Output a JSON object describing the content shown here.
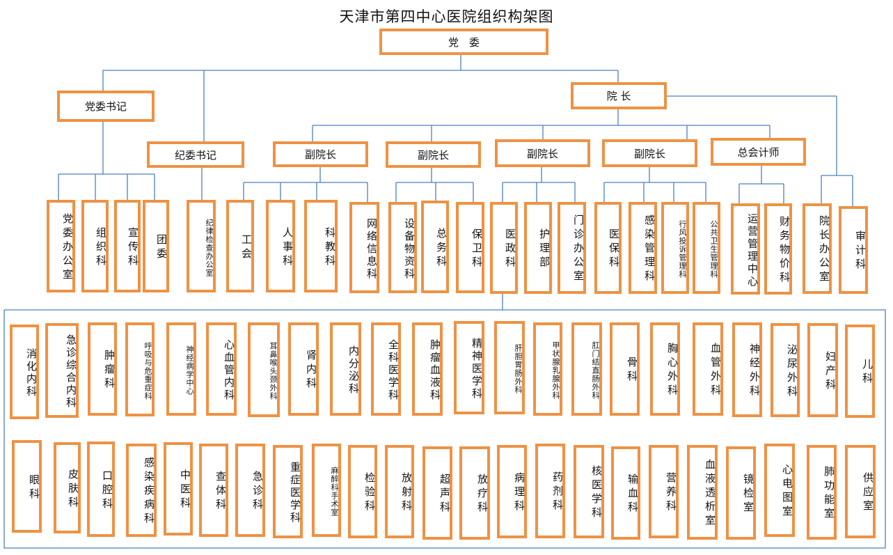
{
  "title": "天津市第四中心医院组织构架图",
  "top": {
    "party_committee": "党　委",
    "party_secretary": "党委书记",
    "discipline_secretary": "纪委书记",
    "president": "院 长"
  },
  "vice": [
    "副院长",
    "副院长",
    "副院长",
    "副院长",
    "总会计师"
  ],
  "party_units": [
    "党委办公室",
    "组织科",
    "宣传科",
    "团委"
  ],
  "discipline_units": [
    "纪律检查办公室"
  ],
  "vp_units": [
    [
      "工会",
      "人事科",
      "科教科",
      "网络信息科"
    ],
    [
      "设备物资科",
      "总务科",
      "保卫科"
    ],
    [
      "医政科",
      "护理部",
      "门诊办公室"
    ],
    [
      "医保科",
      "感染管理科",
      "行风投诉管理科",
      "公共卫生管理科"
    ],
    [
      "运营管理中心",
      "财务物价科"
    ],
    [
      "院长办公室",
      "审计科"
    ]
  ],
  "clinical_row1": [
    "消化内科",
    "急诊综合内科",
    "肿瘤科",
    "呼吸与危重症科",
    "神经病学中心",
    "心血管内科",
    "耳鼻喉头颈外科",
    "肾内科",
    "内分泌科",
    "全科医学科",
    "肿瘤血液科",
    "精神医学科",
    "肝胆胃肠外科",
    "甲状腺乳腺外科",
    "肛门结直肠外科",
    "骨科",
    "胸心外科",
    "血管外科",
    "神经外科",
    "泌尿外科",
    "妇产科",
    "儿科"
  ],
  "clinical_row2": [
    "眼科",
    "皮肤科",
    "口腔科",
    "感染疾病科",
    "中医科",
    "查体科",
    "急诊科",
    "重症医学科",
    "麻醉科手术室",
    "检验科",
    "放射科",
    "超声科",
    "放疗科",
    "病理科",
    "药剂科",
    "核医学科",
    "输血科",
    "营养科",
    "血液透析室",
    "镜检室",
    "心电图室",
    "肺功能室",
    "供应室"
  ],
  "colors": {
    "box_border": "#ee9244",
    "line": "#4a7fc0"
  }
}
